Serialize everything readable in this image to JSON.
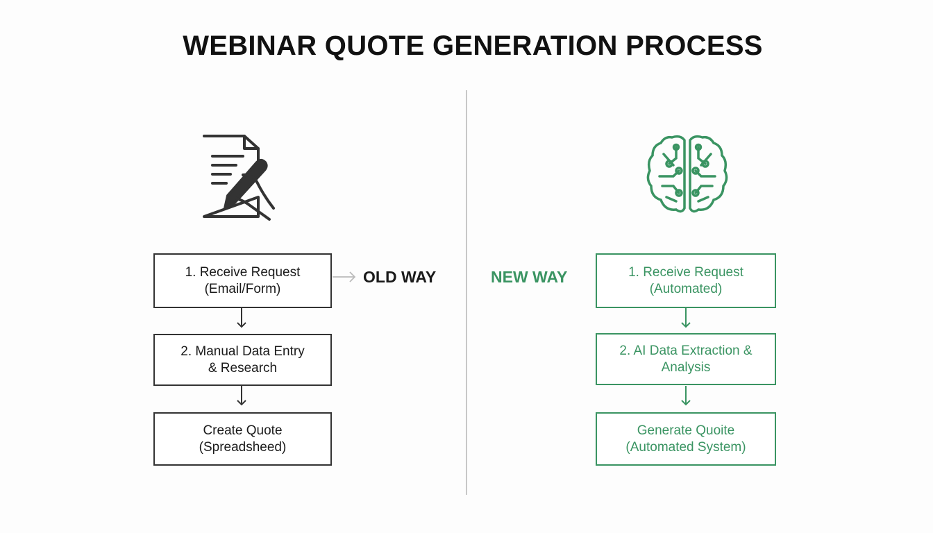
{
  "title": "WEBINAR QUOTE GENERATION PROCESS",
  "colors": {
    "old": "#333333",
    "new": "#3a9462",
    "divider": "#c8c8c8"
  },
  "old_way": {
    "label": "OLD WAY",
    "icon": "document-hand-writing-icon",
    "steps": [
      {
        "line1": "1. Receive Request",
        "line2": "(Email/Form)"
      },
      {
        "line1": "2. Manual Data Entry",
        "line2": "& Research"
      },
      {
        "line1": "Create Quote",
        "line2": "(Spreadsheed)"
      }
    ]
  },
  "new_way": {
    "label": "NEW WAY",
    "icon": "circuit-brain-icon",
    "steps": [
      {
        "line1": "1. Receive Request",
        "line2": "(Automated)"
      },
      {
        "line1": "2. AI Data Extraction &",
        "line2": "Analysis"
      },
      {
        "line1": "Generate Quoite",
        "line2": "(Automated System)"
      }
    ]
  }
}
